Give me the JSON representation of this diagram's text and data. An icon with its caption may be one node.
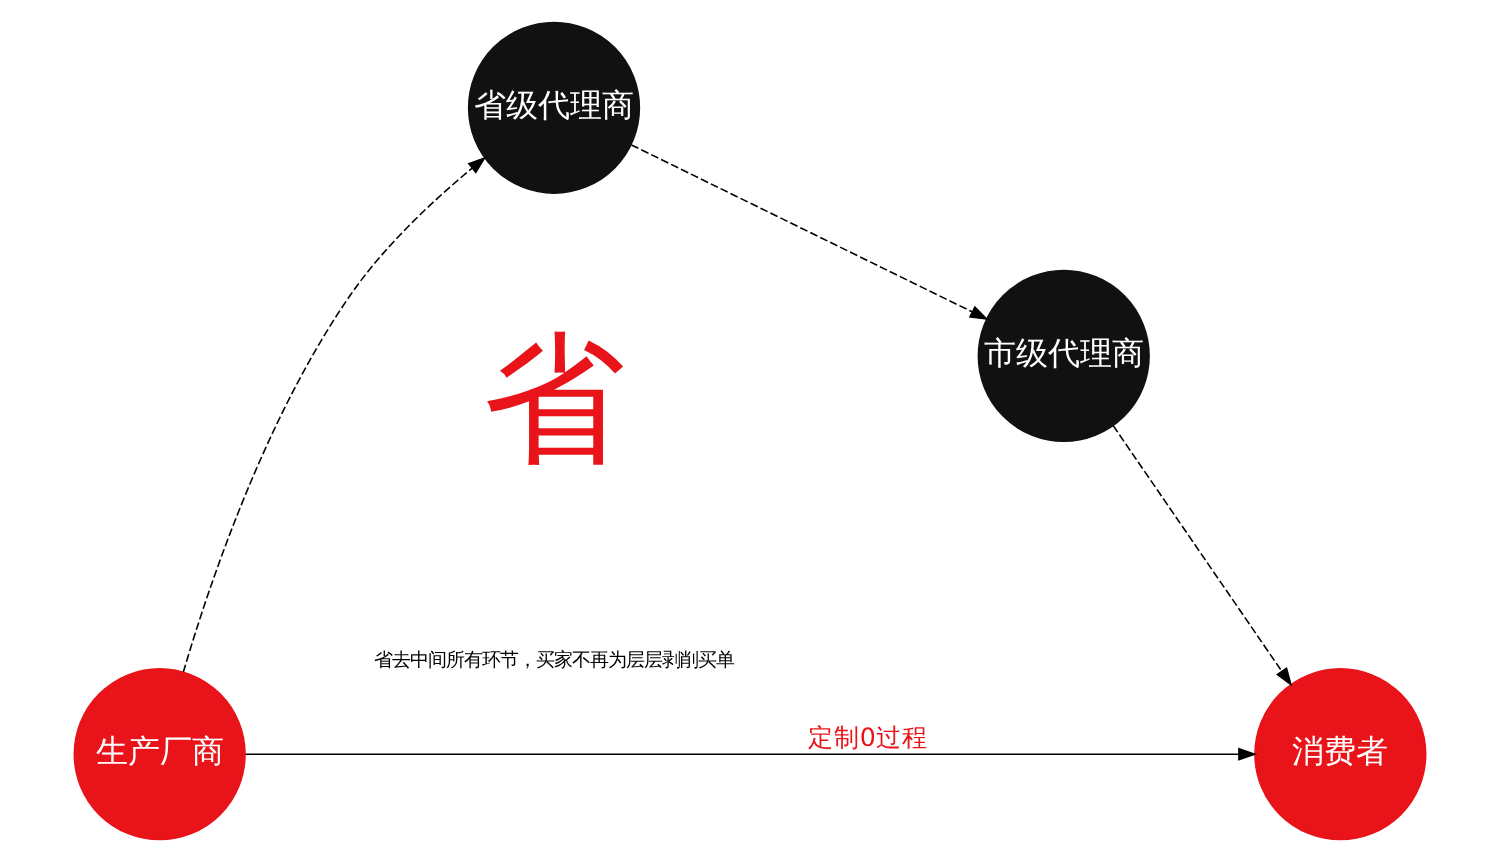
{
  "diagram": {
    "nodes": [
      {
        "text": [
          "生产厂商"
        ]
      },
      {
        "text": [
          "省级代理商"
        ]
      },
      {
        "text": [
          "市级代理商"
        ]
      },
      {
        "text": [
          "消费者"
        ]
      }
    ],
    "edges": [
      {
        "from": 0,
        "to": 1,
        "arrow": "to",
        "style": "dashed"
      },
      {
        "from": 1,
        "to": 2,
        "arrow": "to",
        "style": "dashed"
      },
      {
        "from": 2,
        "to": 3,
        "arrow": "to",
        "style": "dashed"
      },
      {
        "from": 0,
        "to": 3,
        "arrow": "to",
        "label": "定制0过程"
      }
    ],
    "labels": [
      "省",
      "省去中间所有环节，买家不再为层层剥削买单"
    ]
  }
}
